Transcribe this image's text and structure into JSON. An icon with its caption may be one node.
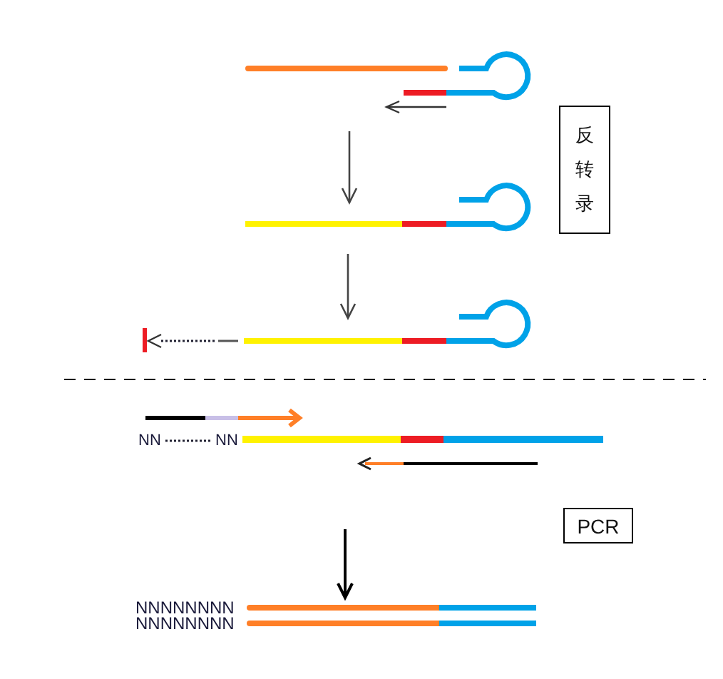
{
  "diagram": {
    "nodes": [
      {
        "text": [
          "反转录"
        ]
      },
      {
        "text": [
          "PCR"
        ]
      }
    ],
    "labels": [
      "NN",
      "NN",
      "NNNNNNNN",
      "NNNNNNNN"
    ]
  }
}
